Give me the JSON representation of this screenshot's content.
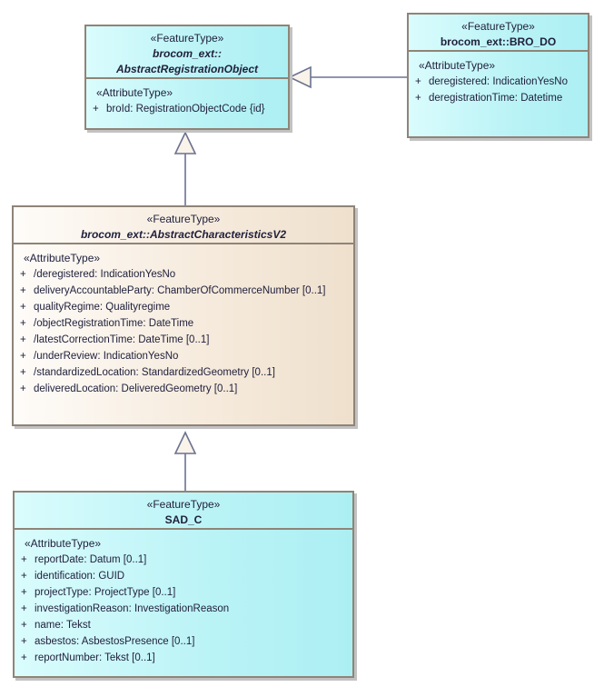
{
  "diagram_title": "UML FeatureType class diagram",
  "colors": {
    "cyan_fill_light": "#dafcfd",
    "cyan_fill_dark": "#aceff3",
    "cream_fill_light": "#fefcf9",
    "cream_fill_dark": "#efe0cd",
    "border": "#8f8478",
    "shadow": "#c2c2c2",
    "connector_stroke": "#6b7290",
    "arrowhead_fill": "#f9f3ea",
    "text": "#21213d",
    "background": "#ffffff"
  },
  "classes": {
    "abstract_registration_object": {
      "stereotype": "«FeatureType»",
      "name_line1": "brocom_ext::",
      "name_line2": "AbstractRegistrationObject",
      "attr_stereotype": "«AttributeType»",
      "attributes": [
        {
          "vis": "+",
          "text": "broId: RegistrationObjectCode {id}"
        }
      ]
    },
    "bro_do": {
      "stereotype": "«FeatureType»",
      "name_line1": "brocom_ext::BRO_DO",
      "attr_stereotype": "«AttributeType»",
      "attributes": [
        {
          "vis": "+",
          "text": "deregistered: IndicationYesNo"
        },
        {
          "vis": "+",
          "text": "deregistrationTime: Datetime"
        }
      ]
    },
    "abstract_characteristics_v2": {
      "stereotype": "«FeatureType»",
      "name_line1": "brocom_ext::AbstractCharacteristicsV2",
      "attr_stereotype": "«AttributeType»",
      "attributes": [
        {
          "vis": "+",
          "text": "/deregistered: IndicationYesNo"
        },
        {
          "vis": "+",
          "text": "deliveryAccountableParty: ChamberOfCommerceNumber [0..1]"
        },
        {
          "vis": "+",
          "text": "qualityRegime: Qualityregime"
        },
        {
          "vis": "+",
          "text": "/objectRegistrationTime: DateTime"
        },
        {
          "vis": "+",
          "text": "/latestCorrectionTime: DateTime [0..1]"
        },
        {
          "vis": "+",
          "text": "/underReview: IndicationYesNo"
        },
        {
          "vis": "+",
          "text": "/standardizedLocation: StandardizedGeometry [0..1]"
        },
        {
          "vis": "+",
          "text": "deliveredLocation: DeliveredGeometry [0..1]"
        }
      ]
    },
    "sad_c": {
      "stereotype": "«FeatureType»",
      "name_line1": "SAD_C",
      "attr_stereotype": "«AttributeType»",
      "attributes": [
        {
          "vis": "+",
          "text": "reportDate: Datum [0..1]"
        },
        {
          "vis": "+",
          "text": "identification: GUID"
        },
        {
          "vis": "+",
          "text": "projectType: ProjectType [0..1]"
        },
        {
          "vis": "+",
          "text": "investigationReason: InvestigationReason"
        },
        {
          "vis": "+",
          "text": "name: Tekst"
        },
        {
          "vis": "+",
          "text": "asbestos: AsbestosPresence [0..1]"
        },
        {
          "vis": "+",
          "text": "reportNumber: Tekst [0..1]"
        }
      ]
    }
  },
  "connectors": [
    {
      "type": "generalization",
      "from": "brocom_ext::BRO_DO",
      "to": "brocom_ext::AbstractRegistrationObject"
    },
    {
      "type": "generalization",
      "from": "brocom_ext::AbstractCharacteristicsV2",
      "to": "brocom_ext::AbstractRegistrationObject"
    },
    {
      "type": "generalization",
      "from": "SAD_C",
      "to": "brocom_ext::AbstractCharacteristicsV2"
    }
  ]
}
